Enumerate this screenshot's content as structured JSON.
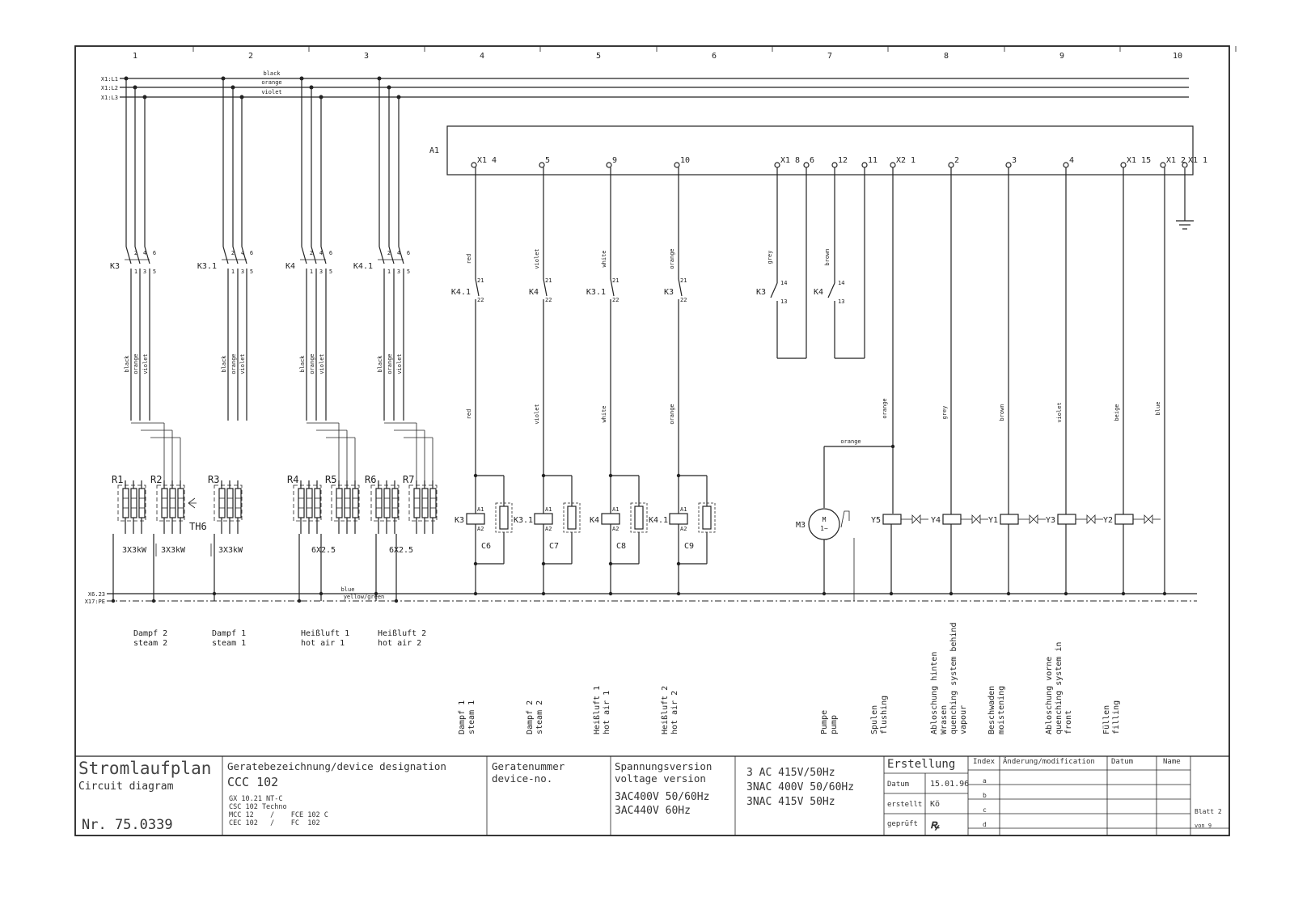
{
  "columns": [
    "1",
    "2",
    "3",
    "4",
    "5",
    "6",
    "7",
    "8",
    "9",
    "10"
  ],
  "supply": {
    "terminals": [
      "X1:L1",
      "X1:L2",
      "X1:L3"
    ],
    "wire_colors": [
      "black",
      "orange",
      "violet"
    ]
  },
  "bottom_rail": {
    "terminals": [
      "X6.23",
      "X17:PE"
    ],
    "wire_colors": [
      "blue",
      "yellow/green"
    ]
  },
  "module": {
    "label": "A1",
    "pins": [
      "X1 4",
      "5",
      "9",
      "10",
      "X1 8",
      "6",
      "12",
      "11",
      "X2 1",
      "2",
      "3",
      "4",
      "X1 15",
      "X1 2",
      "X1 1"
    ]
  },
  "contactors": [
    {
      "name": "K3",
      "pins": [
        "2",
        "4",
        "6",
        "1",
        "3",
        "5"
      ]
    },
    {
      "name": "K3.1",
      "pins": [
        "2",
        "4",
        "6",
        "1",
        "3",
        "5"
      ]
    },
    {
      "name": "K4",
      "pins": [
        "2",
        "4",
        "6",
        "1",
        "3",
        "5"
      ]
    },
    {
      "name": "K4.1",
      "pins": [
        "2",
        "4",
        "6",
        "1",
        "3",
        "5"
      ]
    }
  ],
  "heaters": {
    "labels": [
      "R1",
      "R2",
      "R3",
      "R4",
      "R5",
      "R6",
      "R7"
    ],
    "thermostat": "TH6",
    "ratings": [
      "3X3kW",
      "3X3kW",
      "3X3kW",
      "6X2.5",
      "6X2.5"
    ],
    "captions": [
      [
        "Dampf 2",
        "steam 2"
      ],
      [
        "Dampf 1",
        "steam 1"
      ],
      [
        "Heißluft 1",
        "hot air 1"
      ],
      [
        "Heißluft 2",
        "hot air 2"
      ]
    ]
  },
  "control_circuits": [
    {
      "wire": "red",
      "contact": "K4.1",
      "coil": "K3",
      "suppressor": "K3.1",
      "cap": "C6",
      "pins": [
        "21",
        "22",
        "A1",
        "A2"
      ],
      "caption": [
        "Dampf 1",
        "steam 1"
      ]
    },
    {
      "wire": "violet",
      "contact": "K4",
      "coil": "",
      "suppressor": "",
      "cap": "C7",
      "pins": [
        "21",
        "22",
        "A1",
        "A2"
      ],
      "caption": [
        "Dampf 2",
        "steam 2"
      ]
    },
    {
      "wire": "white",
      "contact": "K3.1",
      "coil": "K4",
      "suppressor": "K4.1",
      "cap": "C8",
      "pins": [
        "21",
        "22",
        "A1",
        "A2"
      ],
      "caption": [
        "Heißluft 1",
        "hot air 1"
      ]
    },
    {
      "wire": "orange",
      "contact": "K3",
      "coil": "",
      "suppressor": "",
      "cap": "C9",
      "pins": [
        "21",
        "22",
        "A1",
        "A2"
      ],
      "caption": [
        "Heißluft 2",
        "hot air 2"
      ]
    }
  ],
  "aux_contacts": [
    {
      "wire": "grey",
      "contact": "K3",
      "pins": [
        "14",
        "13"
      ]
    },
    {
      "wire": "brown",
      "contact": "K4",
      "pins": [
        "14",
        "13"
      ]
    }
  ],
  "pump": {
    "label": "M3",
    "symbol": [
      "M",
      "1~"
    ],
    "wire": "orange",
    "caption": [
      "Pumpe",
      "pump"
    ]
  },
  "valves": [
    {
      "label": "Y5",
      "wire": "orange",
      "caption": [
        "Spulen",
        "flushing"
      ]
    },
    {
      "label": "Y4",
      "wire": "grey",
      "caption": [
        "Abloschung hinten",
        "Wrasen",
        "quenching system behind",
        "vapour"
      ]
    },
    {
      "label": "Y1",
      "wire": "brown",
      "caption": [
        "Beschwaden",
        "moistening"
      ]
    },
    {
      "label": "Y3",
      "wire": "violet",
      "caption": [
        "Abloschung vorne",
        "quenching system in",
        "front"
      ]
    },
    {
      "label": "Y2",
      "wire": "beige",
      "caption": [
        "Füllen",
        "filling"
      ]
    }
  ],
  "last_wire": "blue",
  "title_block": {
    "title_de": "Stromlaufplan",
    "title_en": "Circuit diagram",
    "number": "Nr. 75.0339",
    "designation_label": "Geratebezeichnung/device designation",
    "designation": "CCC 102",
    "models": [
      "GX 10.21 NT-C",
      "CSC 102 Techno",
      "MCC 12    /    FCE 102 C",
      "CEC 102   /    FC  102"
    ],
    "device_no_label": [
      "Geratenummer",
      "device-no."
    ],
    "voltage_label": [
      "Spannungsversion",
      "voltage version"
    ],
    "voltages_a": [
      "3AC400V 50/60Hz",
      "3AC440V 60Hz"
    ],
    "voltages_b": [
      "3 AC 415V/50Hz",
      "3NAC 400V 50/60Hz",
      "3NAC 415V 50Hz"
    ],
    "creation_label": "Erstellung",
    "rows": [
      [
        "Datum",
        "15.01.96"
      ],
      [
        "erstellt",
        "Kö"
      ],
      [
        "geprüft",
        "ꝶ"
      ]
    ],
    "index_header": [
      "Index",
      "Änderung/modification",
      "Datum",
      "Name"
    ],
    "index_rows": [
      "a",
      "b",
      "c",
      "d"
    ],
    "sheet": [
      "Blatt 2",
      "von 9"
    ]
  }
}
